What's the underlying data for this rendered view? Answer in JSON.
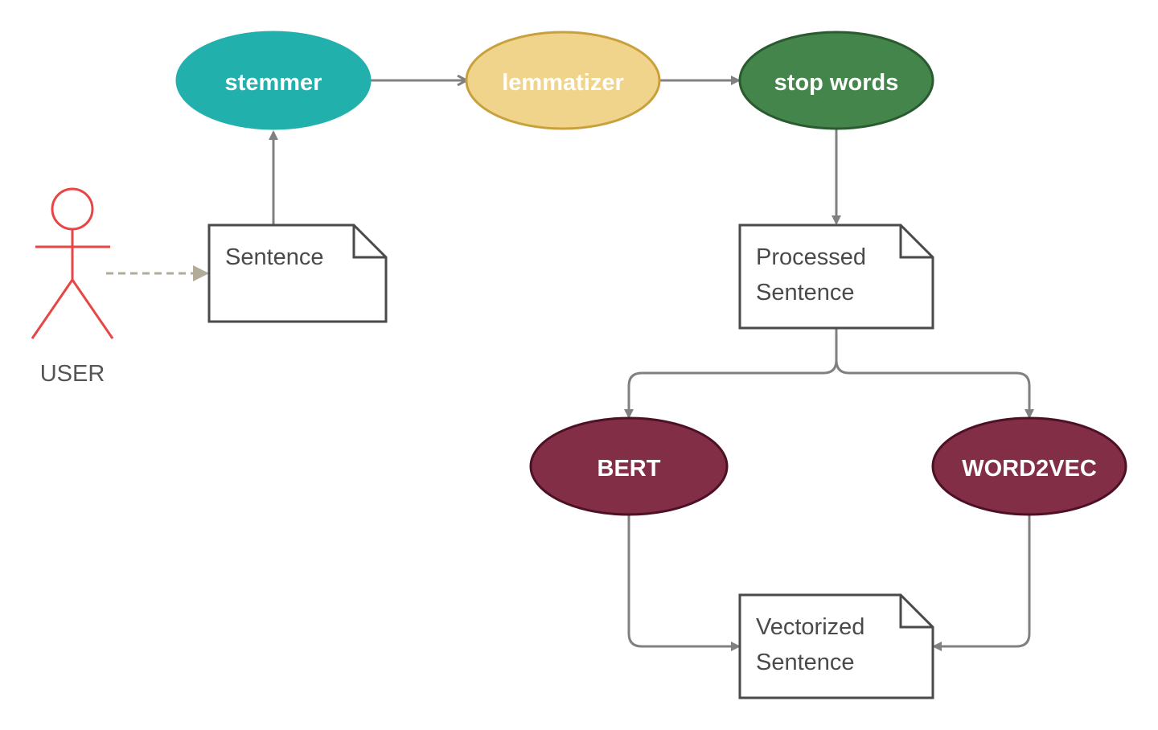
{
  "diagram": {
    "actor": {
      "label": "USER",
      "color": "#e84545"
    },
    "processes": {
      "stemmer": {
        "label": "stemmer",
        "fill": "#22b0ad",
        "stroke": "#22b0ad"
      },
      "lemmatizer": {
        "label": "lemmatizer",
        "fill": "#f0d48c",
        "stroke": "#c9a13c"
      },
      "stop_words": {
        "label": "stop words",
        "fill": "#43854b",
        "stroke": "#2a5a30"
      },
      "bert": {
        "label": "BERT",
        "fill": "#832e47",
        "stroke": "#4d1024"
      },
      "word2vec": {
        "label": "WORD2VEC",
        "fill": "#832e47",
        "stroke": "#4d1024"
      }
    },
    "notes": {
      "sentence": {
        "lines": [
          "Sentence"
        ]
      },
      "processed_sentence": {
        "lines": [
          "Processed",
          "Sentence"
        ]
      },
      "vectorized_sentence": {
        "lines": [
          "Vectorized",
          "Sentence"
        ]
      }
    },
    "colors": {
      "connector": "#808080",
      "dashed_connector": "#b2ab98",
      "note_border": "#4a4a4a",
      "text": "#4a4a4a"
    }
  }
}
